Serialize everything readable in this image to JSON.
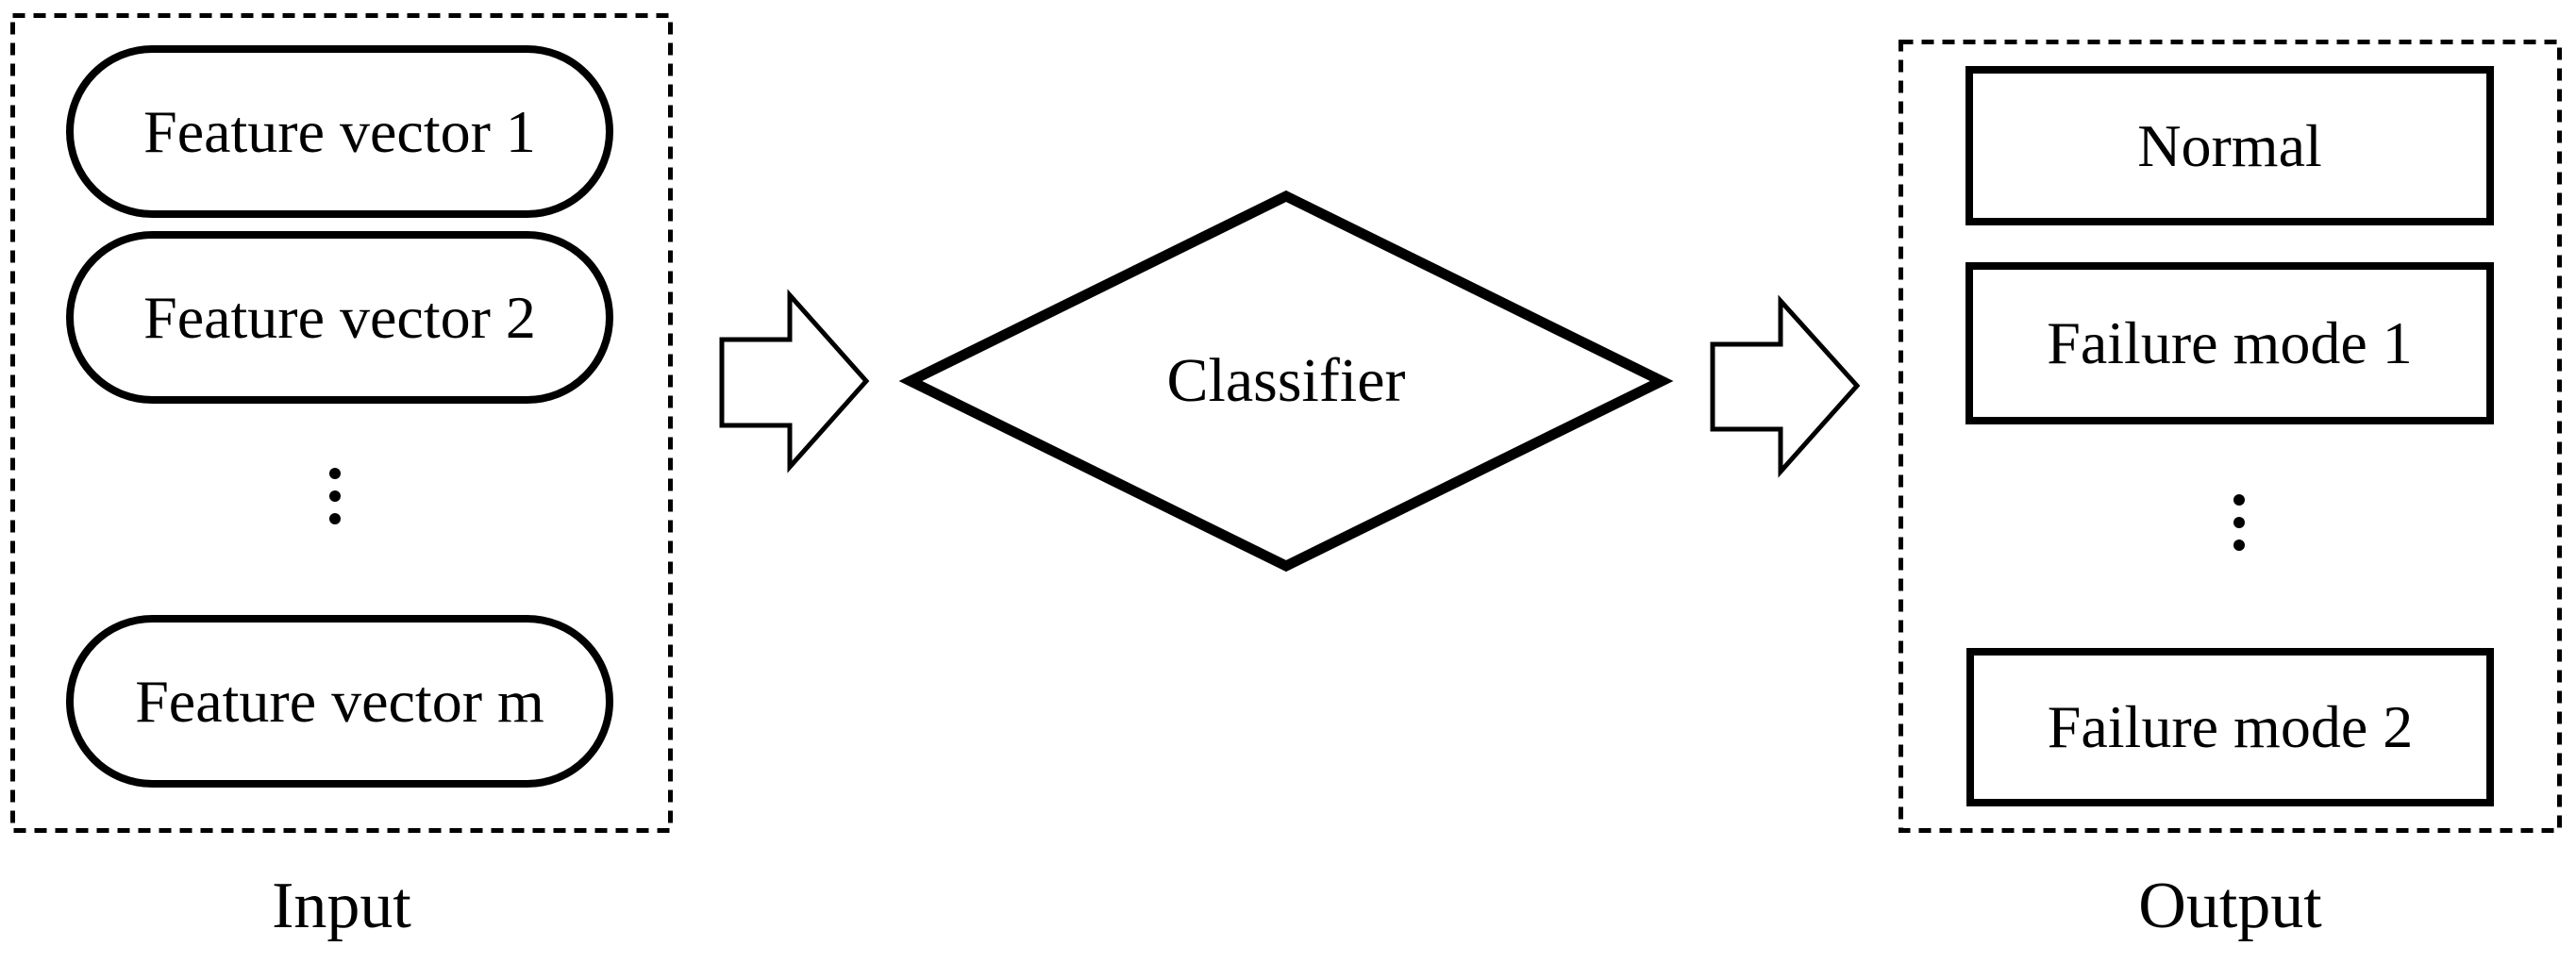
{
  "figure": {
    "type": "flow-diagram",
    "colors": {
      "ink": "#000000",
      "background": "#ffffff"
    }
  },
  "input_group": {
    "label": "Input",
    "items": [
      {
        "type": "stadium",
        "label": "Feature vector 1"
      },
      {
        "type": "stadium",
        "label": "Feature vector 2"
      },
      {
        "type": "ellipsis",
        "symbol": "⋮"
      },
      {
        "type": "stadium",
        "label": "Feature vector m"
      }
    ]
  },
  "process": {
    "type": "decision-diamond",
    "label": "Classifier"
  },
  "output_group": {
    "label": "Output",
    "items": [
      {
        "type": "rectangle",
        "label": "Normal"
      },
      {
        "type": "rectangle",
        "label": "Failure mode 1"
      },
      {
        "type": "ellipsis",
        "symbol": "⋮"
      },
      {
        "type": "rectangle",
        "label": "Failure mode 2"
      }
    ]
  },
  "connectors": [
    {
      "icon": "block-arrow-right"
    },
    {
      "icon": "block-arrow-right"
    }
  ]
}
